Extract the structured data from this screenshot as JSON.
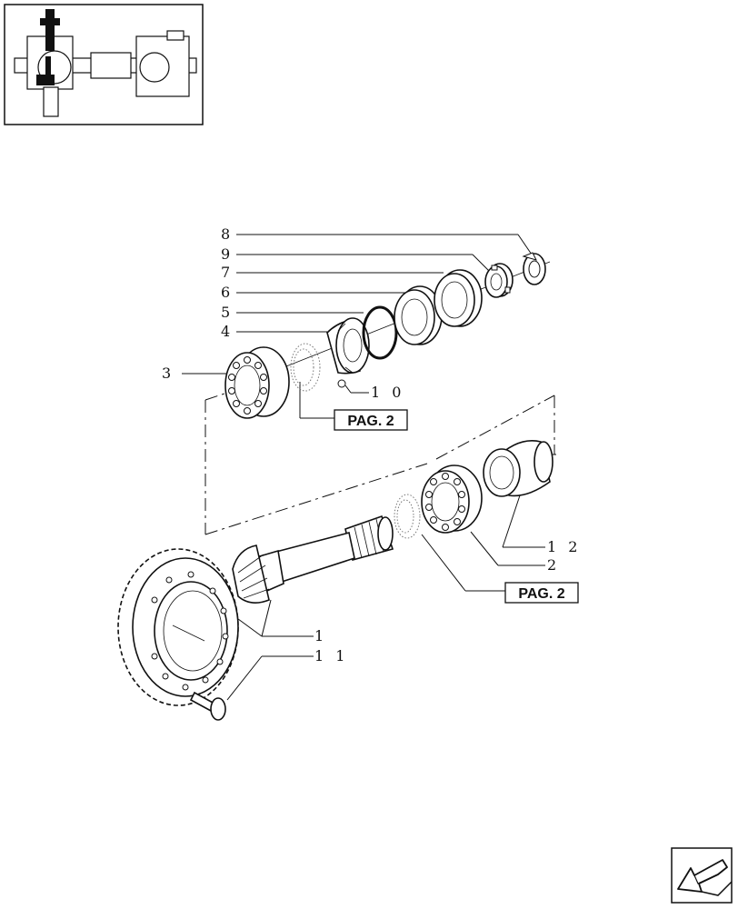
{
  "callouts": {
    "c1": "1",
    "c2": "2",
    "c3": "3",
    "c4": "4",
    "c5": "5",
    "c6": "6",
    "c7": "7",
    "c8": "8",
    "c9": "9",
    "c10": "1 0",
    "c11": "1 1",
    "c12": "1 2"
  },
  "page_refs": {
    "upper": "PAG. 2",
    "lower": "PAG. 2"
  },
  "icons": {
    "thumbnail": "axle-assembly-thumbnail",
    "nav": "back-arrow-icon"
  }
}
